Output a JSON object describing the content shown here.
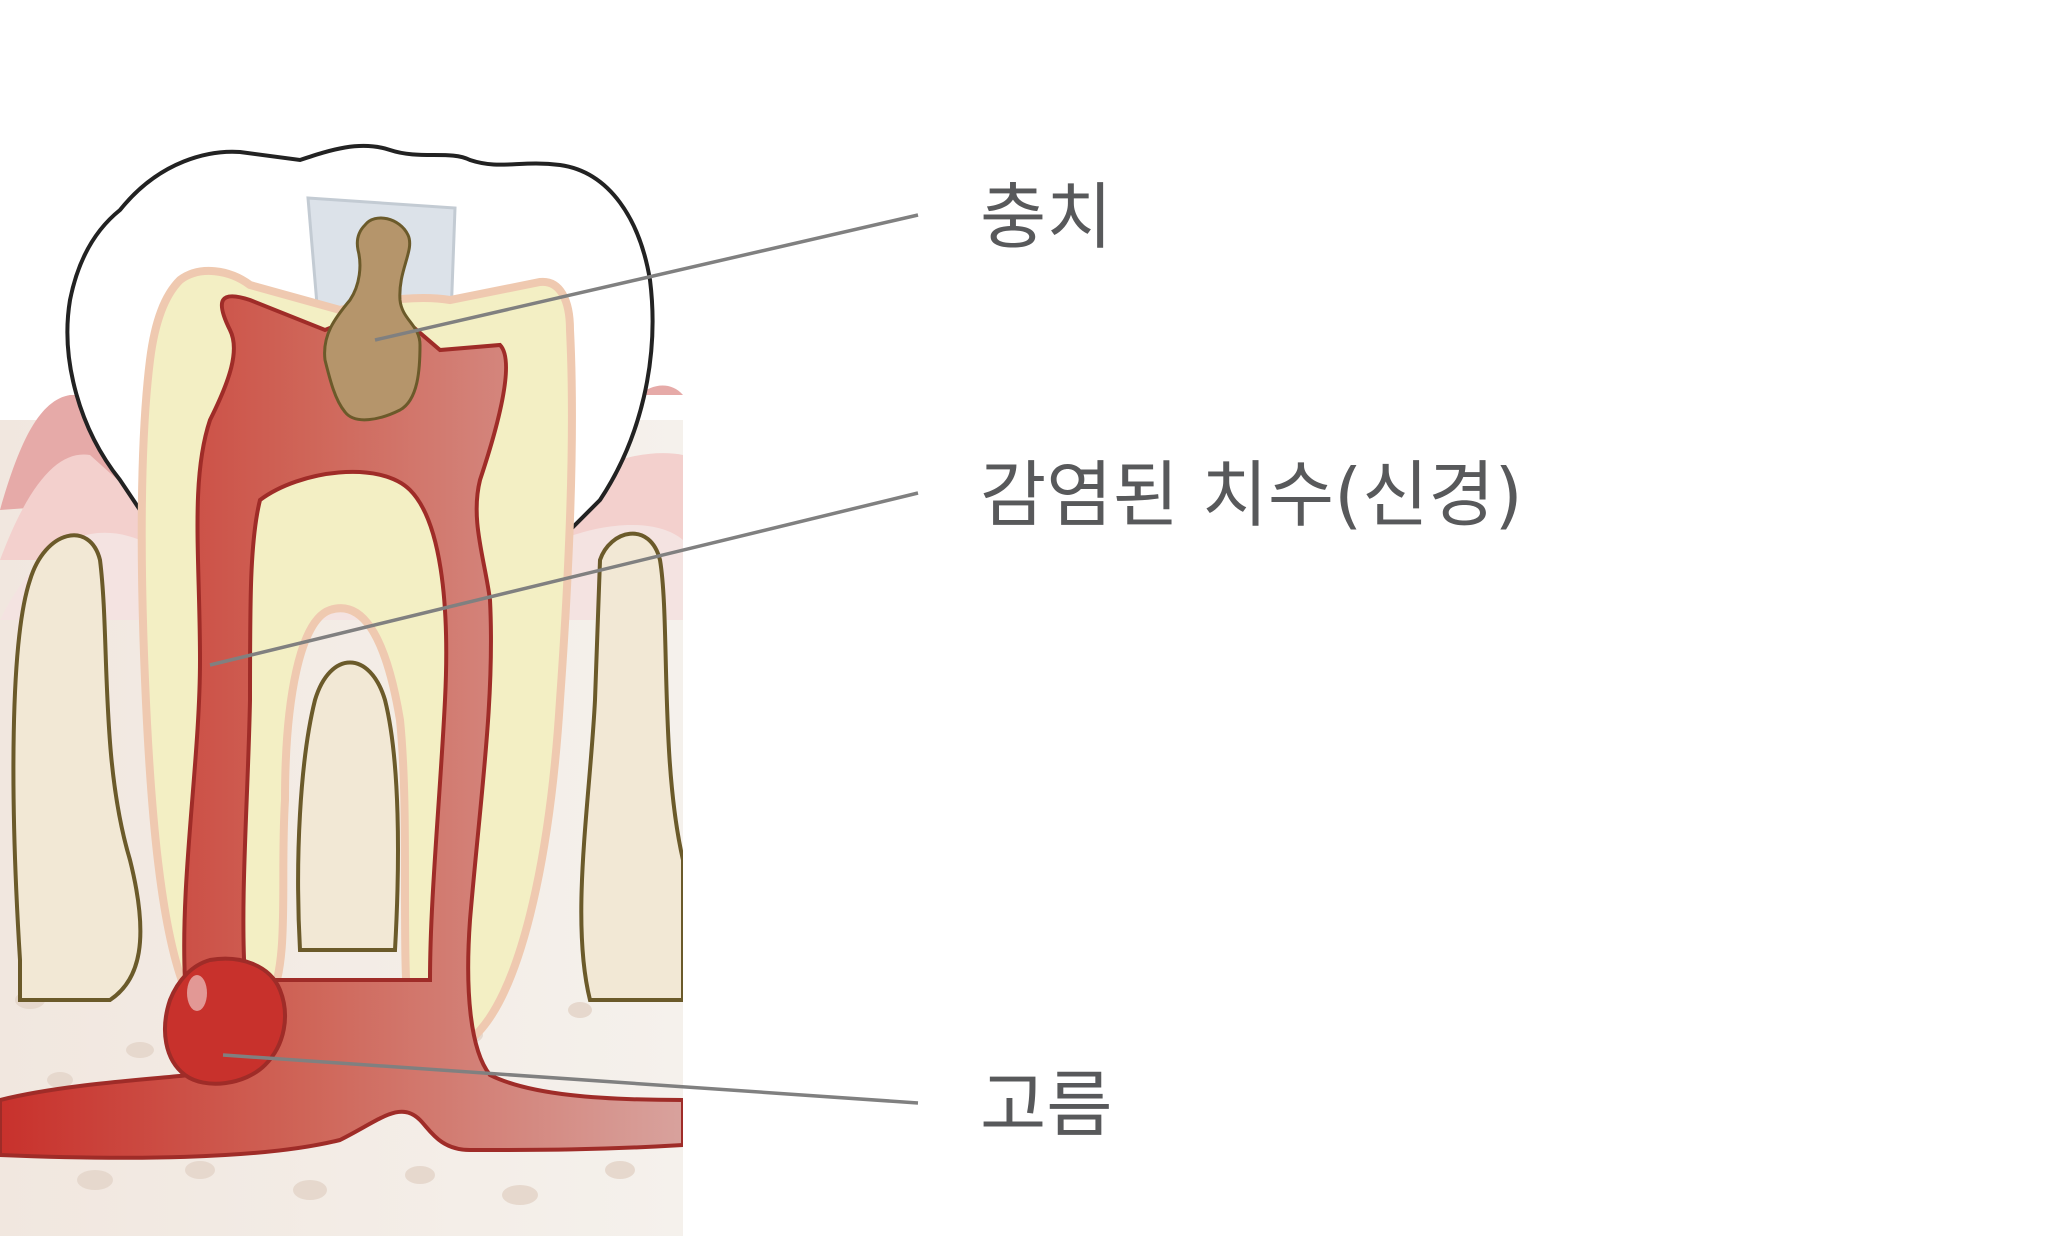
{
  "labels": {
    "caries": "충치",
    "infected_pulp": "감염된 치수(신경)",
    "pus": "고름"
  },
  "colors": {
    "text": "#58595b",
    "leader_line": "#808080",
    "enamel": "#ffffff",
    "dentin": "#f3efc4",
    "pulp_dark": "#c8312c",
    "pulp_light": "#d69a96",
    "gum": "#e6aaa8",
    "bone": "#ede6df",
    "caries": "#b5956b",
    "filling_shadow": "#d6dde6"
  }
}
